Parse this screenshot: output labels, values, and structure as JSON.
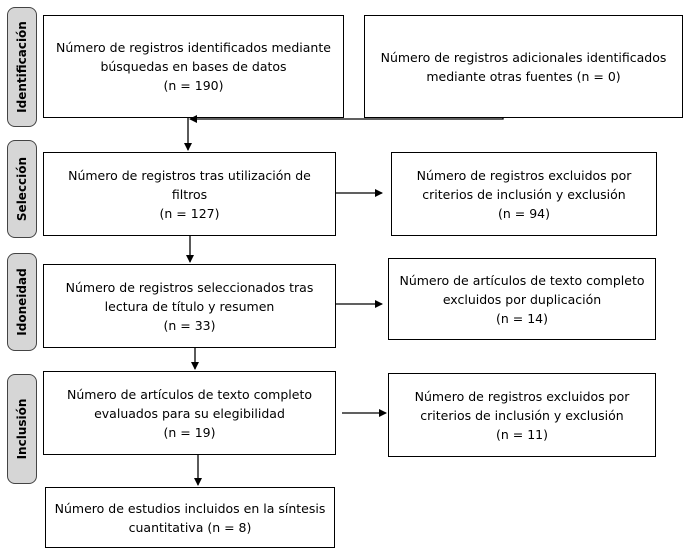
{
  "stages": {
    "identificacion": "Identificación",
    "seleccion": "Selección",
    "idoneidad": "Idoneidad",
    "inclusion": "Inclusión"
  },
  "boxes": {
    "db_records": {
      "lines": [
        "Número de registros identificados mediante",
        "búsquedas en bases de datos",
        "(n = 190)"
      ]
    },
    "other_sources": {
      "lines": [
        "Número de registros adicionales identificados",
        "mediante otras fuentes (n = 0)"
      ]
    },
    "after_filters": {
      "lines": [
        "Número de registros tras utilización de",
        "filtros",
        "(n = 127)"
      ]
    },
    "excluded_criteria_1": {
      "lines": [
        "Número de registros excluidos por",
        "criterios de inclusión y exclusión",
        "(n = 94)"
      ]
    },
    "selected_title_abstract": {
      "lines": [
        "Número de registros seleccionados tras",
        "lectura de título y resumen",
        "(n = 33)"
      ]
    },
    "excluded_duplicates": {
      "lines": [
        "Número de artículos de texto completo",
        "excluidos por duplicación",
        "(n = 14)"
      ]
    },
    "fulltext_assessed": {
      "lines": [
        "Número de artículos de texto completo",
        "evaluados para su elegibilidad",
        "(n = 19)"
      ]
    },
    "excluded_criteria_2": {
      "lines": [
        "Número de registros excluidos por",
        "criterios de inclusión y exclusión",
        "(n = 11)"
      ]
    },
    "included": {
      "lines": [
        "Número de estudios incluidos en la síntesis",
        "cuantitativa (n = 8)"
      ]
    }
  }
}
